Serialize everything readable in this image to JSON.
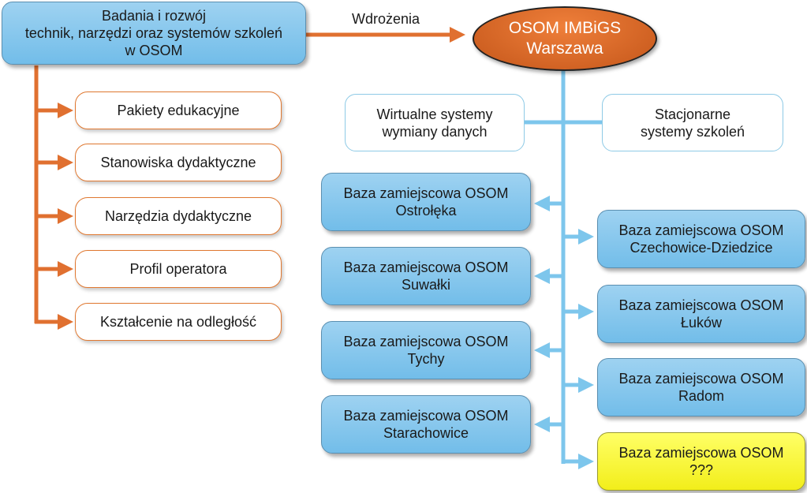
{
  "research_box": {
    "line1": "Badania i rozwój",
    "line2": "technik, narzędzi oraz systemów szkoleń",
    "line3": "w OSOM"
  },
  "arrow_label": "Wdrożenia",
  "hq": {
    "line1": "OSOM IMBiGS",
    "line2": "Warszawa"
  },
  "left_items": [
    "Pakiety edukacyjne",
    "Stanowiska dydaktyczne",
    "Narzędzia dydaktyczne",
    "Profil operatora",
    "Kształcenie na odległość"
  ],
  "systems": {
    "virtual": {
      "line1": "Wirtualne systemy",
      "line2": "wymiany danych"
    },
    "stationary": {
      "line1": "Stacjonarne",
      "line2": "systemy szkoleń"
    }
  },
  "base_prefix": "Baza zamiejscowa OSOM",
  "bases_left": [
    "Ostrołęka",
    "Suwałki",
    "Tychy",
    "Starachowice"
  ],
  "bases_right": [
    "Czechowice-Dziedzice",
    "Łuków",
    "Radom",
    "???"
  ],
  "colors": {
    "orange_connector": "#e07030",
    "blue_connector": "#7dc6ec",
    "blue_box": "#8ccbee",
    "yellow_box": "#ffff40",
    "hq_fill": "#e06a28"
  }
}
